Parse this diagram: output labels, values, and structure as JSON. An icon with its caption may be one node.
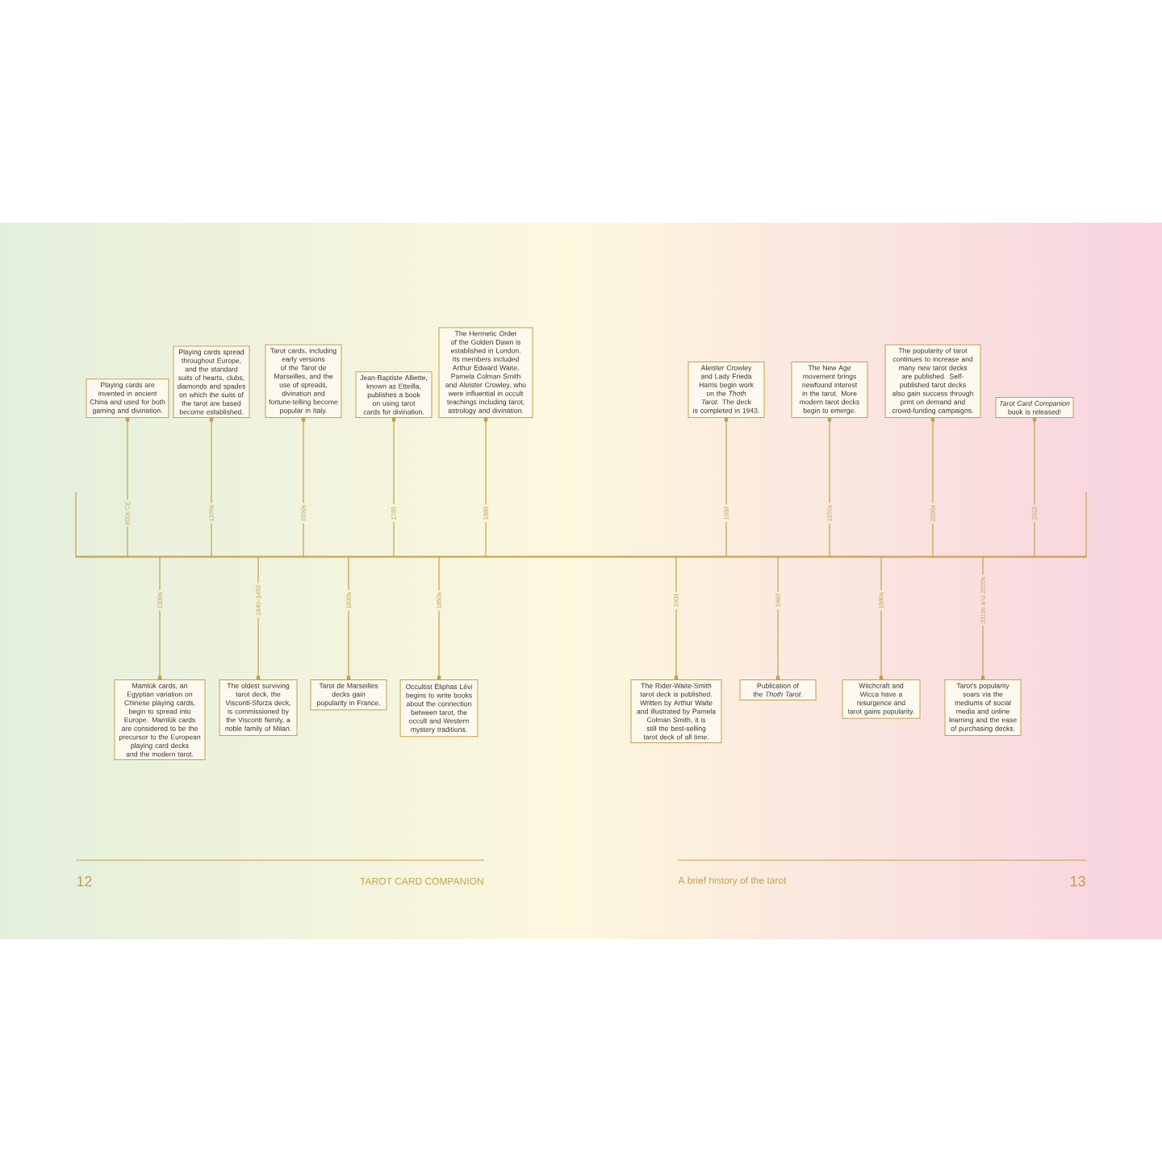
{
  "diagram": {
    "nodes": [
      {
        "text": [
          "Playing cards are invented in ancient China and used for both gaming and divination."
        ]
      },
      {
        "text": [
          "Playing cards spread throughout Europe, and the standard suits of hearts, clubs, diamonds and spades on which the suits of the tarot are based become established."
        ]
      },
      {
        "text": [
          "Tarot cards, including early versions of the Tarot de Marseilles, and the use of spreads, divination and fortune-telling become popular in Italy."
        ]
      },
      {
        "text": [
          "Jean-Baptiste Alliette, known as Etteilla, publishes a book on using tarot cards for divination."
        ]
      },
      {
        "text": [
          "The Hermetic Order of the Golden Dawn is established in London. Its members included Arthur Edward Waite, Pamela Colman Smith and Aleister Crowley, who were influential in occult teachings including tarot, astrology and divination."
        ]
      },
      {
        "text": [
          "Aleister Crowley and Lady Frieda Harris begin work on the *Thoth Tarot*. The deck is completed in 1943."
        ]
      },
      {
        "text": [
          "The New Age movement brings newfound interest in the tarot. More modern tarot decks begin to emerge."
        ]
      },
      {
        "text": [
          "The popularity of tarot continues to increase and many new tarot decks are published. Self-published tarot decks also gain success through print on demand and crowd-funding campaigns."
        ]
      },
      {
        "text": [
          "*Tarot Card Companion* book is released!"
        ]
      },
      {
        "text": [
          "Mamlūk cards, an Egyptian variation on Chinese playing cards, begin to spread into Europe. Mamlūk cards are considered to be the precursor to the European playing card decks and the modern tarot."
        ]
      },
      {
        "text": [
          "The oldest surviving tarot deck, the Visconti-Sforza deck, is commissioned by the Visconti family, a noble family of Milan."
        ]
      },
      {
        "text": [
          "Tarot de Marseilles decks gain popularity in France."
        ]
      },
      {
        "text": [
          "Occultist Éliphas Lévi begins to write books about the connection between tarot, the occult and Western mystery traditions."
        ]
      },
      {
        "text": [
          "The Rider-Waite-Smith tarot deck is published. Written by Arthur Waite and illustrated by Pamela Colman Smith, it is still the best-selling tarot deck of all time."
        ]
      },
      {
        "text": [
          "Publication of the *Thoth Tarot*."
        ]
      },
      {
        "text": [
          "Witchcraft and Wicca have a resurgence and tarot gains popularity."
        ]
      },
      {
        "text": [
          "Tarot's popularity soars via the mediums of social media and online learning and the ease of purchasing decks."
        ]
      },
      {
        "text": [],
        "shape": "bar"
      }
    ],
    "edges": [
      {
        "from": 0,
        "to": 17,
        "arrow": "other",
        "label": "800s CE"
      },
      {
        "from": 1,
        "to": 17,
        "arrow": "other",
        "label": "1370s"
      },
      {
        "from": 2,
        "to": 17,
        "arrow": "other",
        "label": "1500s"
      },
      {
        "from": 3,
        "to": 17,
        "arrow": "other",
        "label": "1785"
      },
      {
        "from": 4,
        "to": 17,
        "arrow": "other",
        "label": "1888"
      },
      {
        "from": 5,
        "to": 17,
        "arrow": "other",
        "label": "1938"
      },
      {
        "from": 6,
        "to": 17,
        "arrow": "other",
        "label": "1970s"
      },
      {
        "from": 7,
        "to": 17,
        "arrow": "other",
        "label": "2000s"
      },
      {
        "from": 8,
        "to": 17,
        "arrow": "other",
        "label": "2022"
      },
      {
        "from": 9,
        "to": 17,
        "arrow": "other",
        "label": "1300s"
      },
      {
        "from": 10,
        "to": 17,
        "arrow": "other",
        "label": "1440–1450"
      },
      {
        "from": 11,
        "to": 17,
        "arrow": "other",
        "label": "1600s"
      },
      {
        "from": 12,
        "to": 17,
        "arrow": "other",
        "label": "1850s"
      },
      {
        "from": 13,
        "to": 17,
        "arrow": "other",
        "label": "1909"
      },
      {
        "from": 14,
        "to": 17,
        "arrow": "other",
        "label": "1969"
      },
      {
        "from": 15,
        "to": 17,
        "arrow": "other",
        "label": "1990s"
      },
      {
        "from": 16,
        "to": 17,
        "arrow": "other",
        "label": "2010s and 2020s"
      }
    ],
    "labels": [
      "12",
      "TAROT CARD COMPANION",
      "A brief history of the tarot",
      "13"
    ]
  }
}
